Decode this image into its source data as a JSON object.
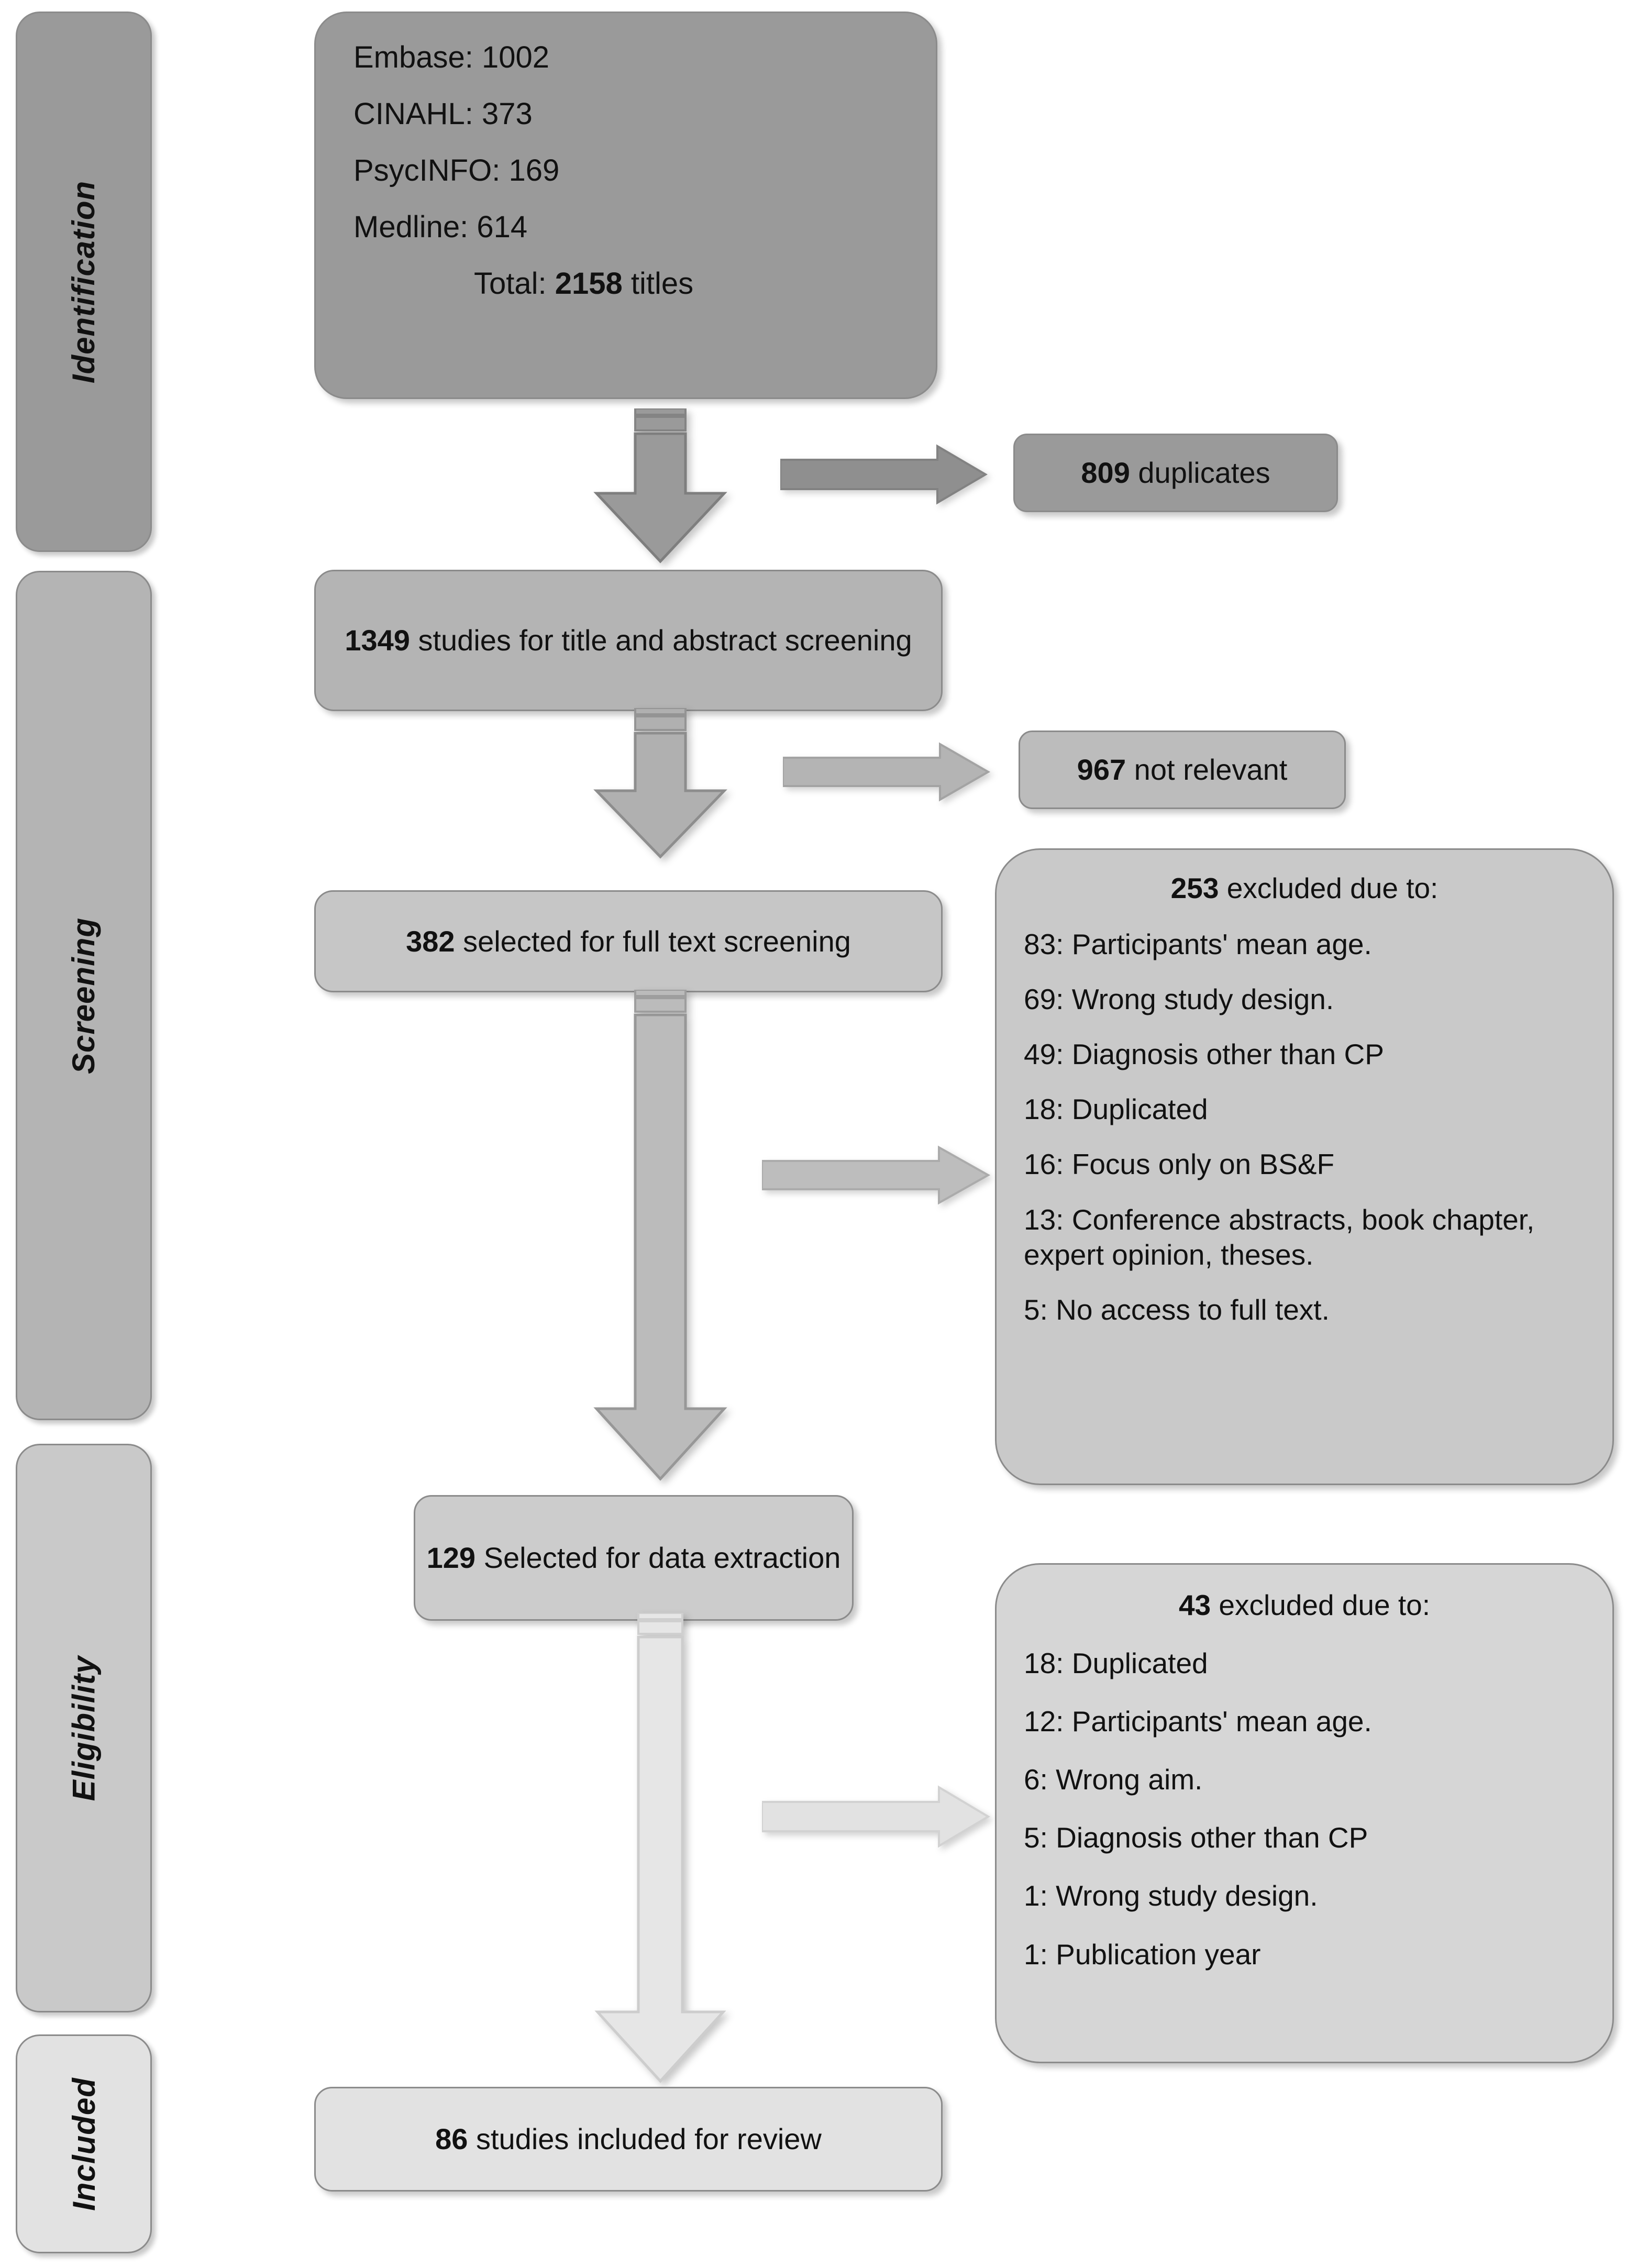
{
  "diagram": {
    "title": "PRISMA study selection flow diagram",
    "stages": [
      {
        "id": "identification",
        "label": "Identification",
        "color": "#9a9a9a"
      },
      {
        "id": "screening",
        "label": "Screening",
        "color": "#b4b4b4"
      },
      {
        "id": "eligibility",
        "label": "Eligibility",
        "color": "#c9c9c9"
      },
      {
        "id": "included",
        "label": "Included",
        "color": "#e2e2e2"
      }
    ],
    "sources_box": {
      "lines": [
        "Embase: 1002",
        "CINAHL: 373",
        "PsycINFO: 169",
        "Medline: 614"
      ],
      "total_prefix": "Total: ",
      "total_count": "2158",
      "total_suffix": " titles"
    },
    "duplicates_box": {
      "count": "809",
      "text": " duplicates"
    },
    "title_abstract_box": {
      "count": "1349",
      "text": " studies for title and abstract screening"
    },
    "not_relevant_box": {
      "count": "967",
      "text": " not relevant"
    },
    "fulltext_box": {
      "count": "382",
      "text": " selected for full text screening"
    },
    "excluded_253_box": {
      "count": "253",
      "header_text": " excluded due to:",
      "items": [
        "83: Participants' mean age.",
        "69: Wrong study design.",
        "49: Diagnosis other than CP",
        "18: Duplicated",
        "16: Focus only on BS&F",
        "13: Conference abstracts, book chapter, expert opinion, theses.",
        "5: No access to full text."
      ]
    },
    "data_extraction_box": {
      "count": "129",
      "text": " Selected for data extraction"
    },
    "excluded_43_box": {
      "count": "43",
      "header_text": " excluded due to:",
      "items": [
        "18: Duplicated",
        "12: Participants' mean age.",
        "6: Wrong aim.",
        "5: Diagnosis other than CP",
        "1: Wrong study design.",
        "1: Publication year"
      ]
    },
    "included_box": {
      "count": "86",
      "text": " studies included for review"
    },
    "connectors": {
      "down_arrow_1": "arrow-down-icon",
      "down_arrow_2": "arrow-down-icon",
      "down_arrow_3": "arrow-down-icon",
      "down_arrow_4": "arrow-down-icon",
      "right_arrow_1": "arrow-right-icon",
      "right_arrow_2": "arrow-right-icon",
      "right_arrow_3": "arrow-right-icon",
      "right_arrow_4": "arrow-right-icon"
    },
    "colors": {
      "identification": "#9a9a9a",
      "screening": "#b4b4b4",
      "eligibility": "#c9c9c9",
      "included": "#e2e2e2",
      "outline": "#8b8b8b",
      "text": "#111111",
      "background": "#ffffff"
    }
  }
}
